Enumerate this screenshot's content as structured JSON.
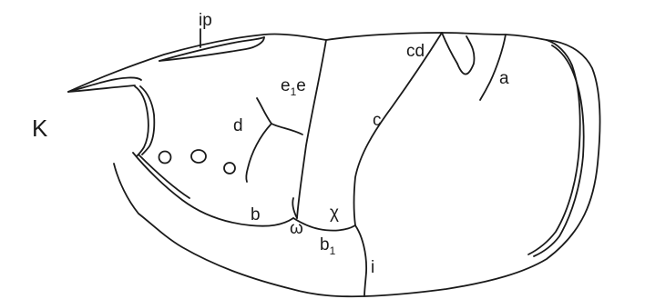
{
  "figure": {
    "main_label": "K",
    "labels": {
      "ip": "ip",
      "e1e_base": "e",
      "e1e_sub": "1",
      "e1e_tail": "e",
      "cd": "cd",
      "a": "a",
      "c": "c",
      "d": "d",
      "b": "b",
      "chi": "χ",
      "omega": "ω",
      "b1_base": "b",
      "b1_sub": "1",
      "i": "i"
    }
  }
}
